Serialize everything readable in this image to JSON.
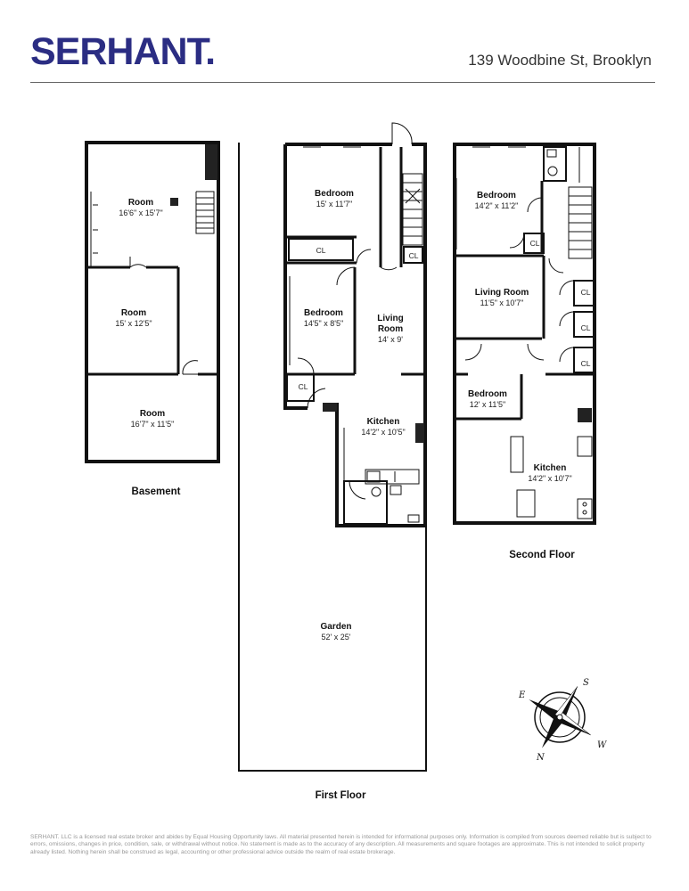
{
  "header": {
    "logo": "SERHANT.",
    "address": "139 Woodbine St, Brooklyn"
  },
  "floors": {
    "basement": {
      "label": "Basement",
      "rooms": [
        {
          "name": "Room",
          "dims": "16'6\" x 15'7\""
        },
        {
          "name": "Room",
          "dims": "15' x 12'5\""
        },
        {
          "name": "Room",
          "dims": "16'7\" x 11'5\""
        }
      ]
    },
    "first": {
      "label": "First Floor",
      "rooms": [
        {
          "name": "Bedroom",
          "dims": "15' x 11'7\""
        },
        {
          "name": "Bedroom",
          "dims": "14'5\" x 8'5\""
        },
        {
          "name": "Living",
          "name2": "Room",
          "dims": "14' x 9'"
        },
        {
          "name": "Kitchen",
          "dims": "14'2\" x 10'5\""
        },
        {
          "name": "Garden",
          "dims": "52' x 25'"
        }
      ],
      "closets": [
        "CL",
        "CL",
        "CL"
      ]
    },
    "second": {
      "label": "Second Floor",
      "rooms": [
        {
          "name": "Bedroom",
          "dims": "14'2\" x 11'2\""
        },
        {
          "name": "Living Room",
          "dims": "11'5\" x 10'7\""
        },
        {
          "name": "Bedroom",
          "dims": "12' x 11'5\""
        },
        {
          "name": "Kitchen",
          "dims": "14'2\" x 10'7\""
        }
      ],
      "closets": [
        "CL",
        "CL",
        "CL",
        "CL"
      ]
    }
  },
  "compass": {
    "n": "N",
    "e": "E",
    "s": "S",
    "w": "W"
  },
  "disclaimer": "SERHANT. LLC is a licensed real estate broker and abides by Equal Housing Opportunity laws. All material presented herein is intended for informational purposes only. Information is compiled from sources deemed reliable but is subject to errors, omissions, changes in price, condition, sale, or withdrawal without notice. No statement is made as to the accuracy of any description. All measurements and square footages are approximate. This is not intended to solicit property already listed. Nothing herein shall be construed as legal, accounting or other professional advice outside the realm of real estate brokerage."
}
